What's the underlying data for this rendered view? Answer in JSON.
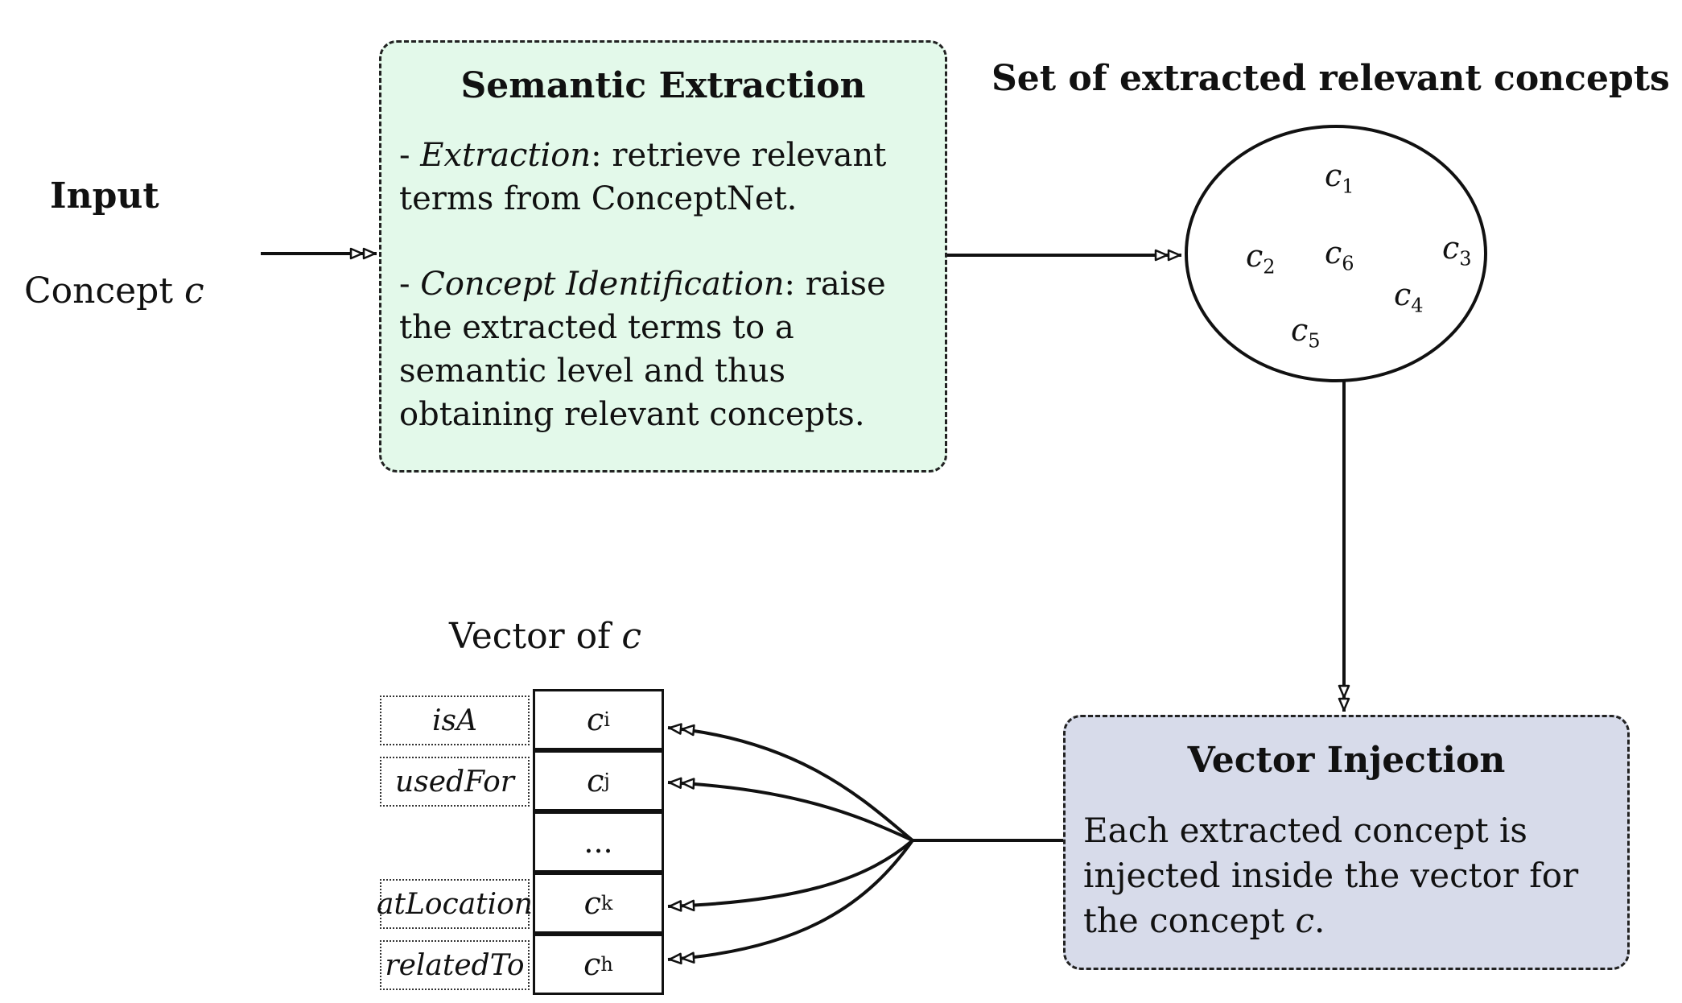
{
  "input": {
    "title": "Input",
    "concept_prefix": "Concept ",
    "concept_var": "c"
  },
  "semantic_extraction": {
    "title": "Semantic Extraction",
    "items": [
      {
        "dash": "- ",
        "term": "Extraction",
        "text": ": retrieve relevant terms from ConceptNet."
      },
      {
        "dash": "- ",
        "term": "Concept Identification",
        "text": ": raise the extracted terms to a semantic level and thus obtaining relevant concepts."
      }
    ],
    "fill_color": "#e3f9ea"
  },
  "concept_set": {
    "title_prefix": "Set of extracted relevant concepts ",
    "title_var": "C",
    "elements": [
      {
        "base": "c",
        "sub": "1"
      },
      {
        "base": "c",
        "sub": "2"
      },
      {
        "base": "c",
        "sub": "6"
      },
      {
        "base": "c",
        "sub": "3"
      },
      {
        "base": "c",
        "sub": "4"
      },
      {
        "base": "c",
        "sub": "5"
      }
    ]
  },
  "vector": {
    "title_prefix": "Vector of ",
    "title_var": "c",
    "cells": [
      {
        "base": "c",
        "sub": "i",
        "relation": "isA"
      },
      {
        "base": "c",
        "sub": "j",
        "relation": "usedFor"
      },
      {
        "base": "...",
        "sub": "",
        "relation": ""
      },
      {
        "base": "c",
        "sub": "k",
        "relation": "atLocation"
      },
      {
        "base": "c",
        "sub": "h",
        "relation": "relatedTo"
      }
    ]
  },
  "vector_injection": {
    "title": "Vector Injection",
    "text_prefix": "Each extracted concept is injected inside the vector for the concept ",
    "text_var": "c",
    "text_suffix": ".",
    "fill_color": "#d7dbea"
  }
}
